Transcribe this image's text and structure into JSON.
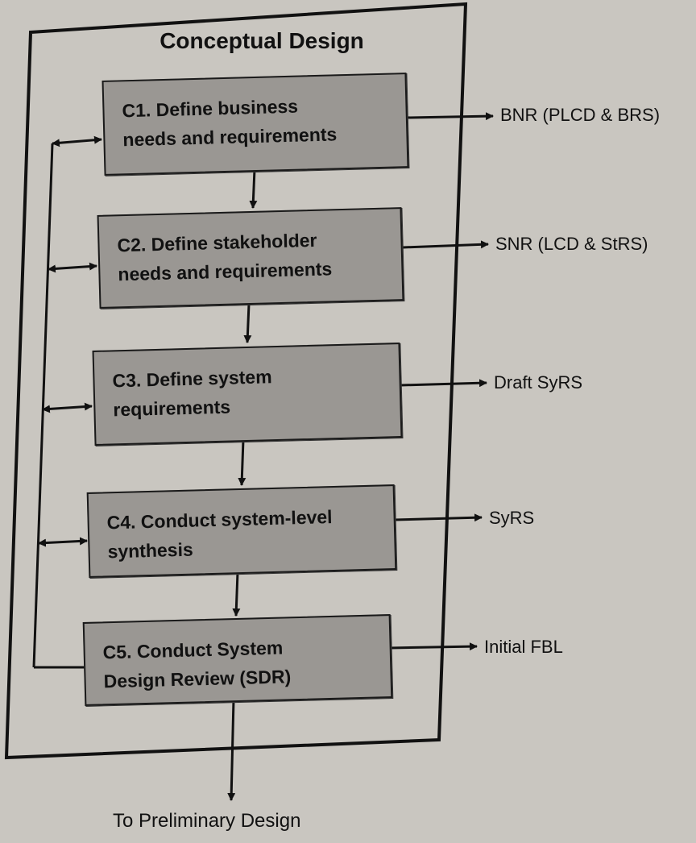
{
  "title": "Conceptual Design",
  "steps": [
    {
      "line1": "C1. Define business",
      "line2": "needs and requirements"
    },
    {
      "line1": "C2. Define stakeholder",
      "line2": "needs and requirements"
    },
    {
      "line1": "C3. Define system",
      "line2": "requirements"
    },
    {
      "line1": "C4. Conduct system-level",
      "line2": "synthesis"
    },
    {
      "line1": "C5. Conduct System",
      "line2": "Design Review (SDR)"
    }
  ],
  "outputs": [
    "BNR (PLCD & BRS)",
    "SNR (LCD & StRS)",
    "Draft SyRS",
    "SyRS",
    "Initial FBL"
  ],
  "footer": "To Preliminary Design",
  "colors": {
    "box_fill": "#9a9793",
    "line": "#111111",
    "paper": "#c9c6c0"
  }
}
